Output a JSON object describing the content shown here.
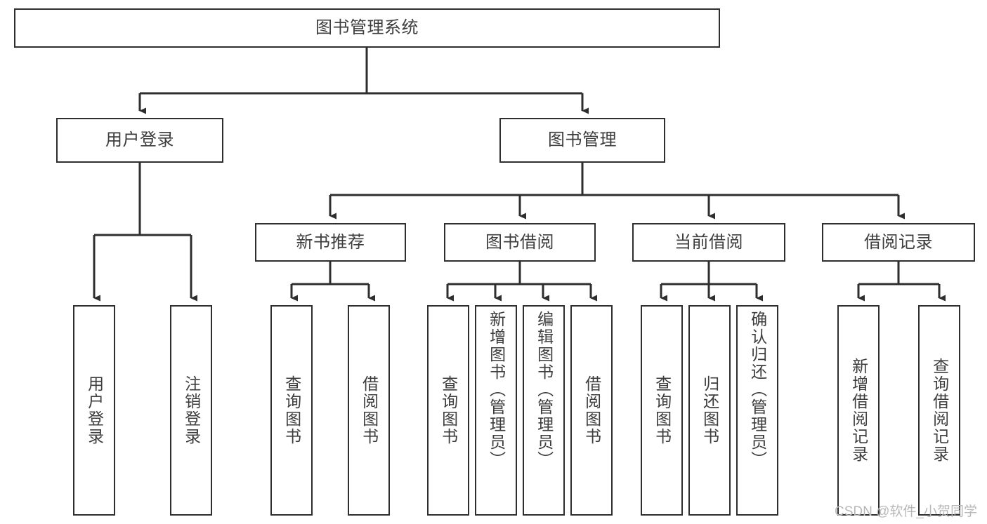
{
  "diagram": {
    "title": "图书管理系统",
    "type": "tree-hierarchy-diagram",
    "watermark": "CSDN @软件_小贺同学",
    "colors": {
      "box_border": "#2e2e2e",
      "box_fill": "#ffffff",
      "text": "#3d3d3d",
      "connector": "#2e2e2e",
      "watermark": "#b8b8b8",
      "background": "#ffffff"
    },
    "root": {
      "label": "图书管理系统"
    },
    "level2": [
      {
        "label": "用户登录"
      },
      {
        "label": "图书管理"
      }
    ],
    "level3": [
      {
        "label": "新书推荐"
      },
      {
        "label": "图书借阅"
      },
      {
        "label": "当前借阅"
      },
      {
        "label": "借阅记录"
      }
    ],
    "leaves": {
      "user_login": [
        {
          "label": "用户登录"
        },
        {
          "label": "注销登录"
        }
      ],
      "new_book_recommend": [
        {
          "label": "查询图书"
        },
        {
          "label": "借阅图书"
        }
      ],
      "book_borrow": [
        {
          "label": "查询图书"
        },
        {
          "label": "新增图书（管理员）"
        },
        {
          "label": "编辑图书（管理员）"
        },
        {
          "label": "借阅图书"
        }
      ],
      "current_borrow": [
        {
          "label": "查询图书"
        },
        {
          "label": "归还图书"
        },
        {
          "label": "确认归还（管理员）"
        }
      ],
      "borrow_record": [
        {
          "label": "新增借阅记录"
        },
        {
          "label": "查询借阅记录"
        }
      ]
    }
  }
}
